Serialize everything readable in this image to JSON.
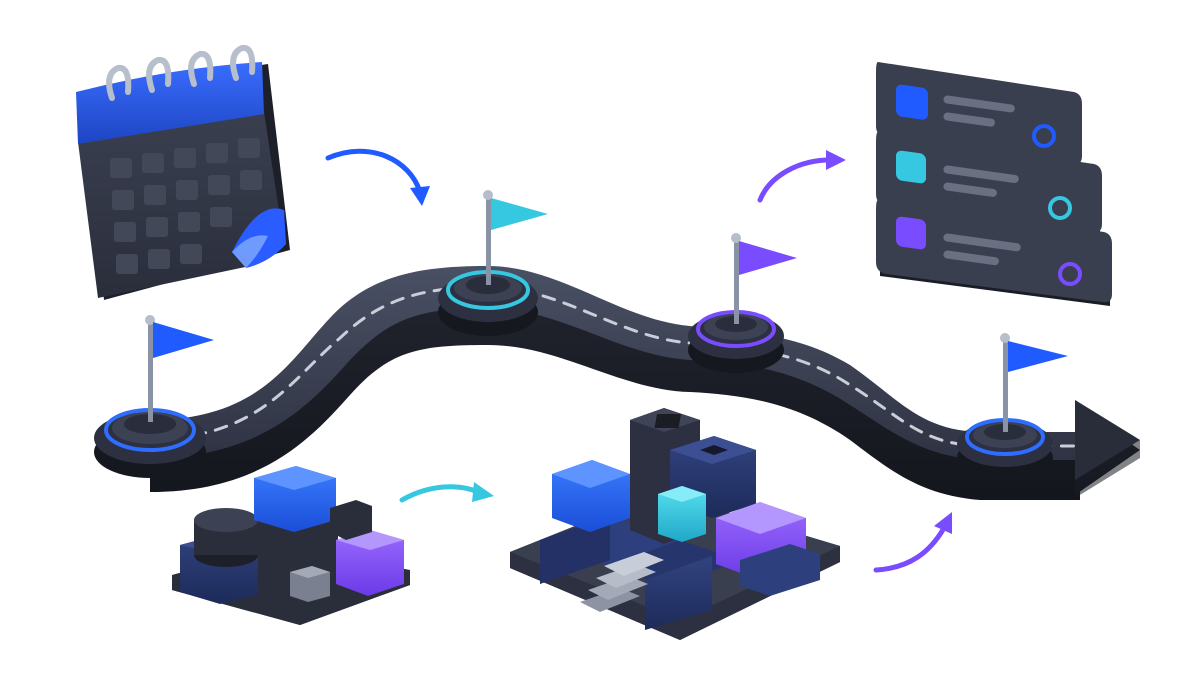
{
  "illustration": {
    "palette": {
      "background": "#ffffff",
      "road_dark": "#2b2f3d",
      "road_top": "#3a3f50",
      "road_dash": "#c9ced8",
      "blue": "#1f5bff",
      "navy": "#24356f",
      "cyan": "#35c8e0",
      "violet": "#7a4cff",
      "slate": "#454a58",
      "calendar_ring": "#b8bfcc"
    },
    "milestones": [
      {
        "name": "start",
        "flag_color": "#1f5bff",
        "ring_color": "#2f6dff"
      },
      {
        "name": "milestone-2",
        "flag_color": "#35c8e0",
        "ring_color": "#35c8e0"
      },
      {
        "name": "milestone-3",
        "flag_color": "#7a4cff",
        "ring_color": "#7a4cff"
      },
      {
        "name": "finish",
        "flag_color": "#1f5bff",
        "ring_color": "#2f6dff"
      }
    ],
    "checklist_rows": [
      {
        "square_color": "#1f5bff",
        "circle_color": "#1f5bff"
      },
      {
        "square_color": "#35c8e0",
        "circle_color": "#35c8e0"
      },
      {
        "square_color": "#7a4cff",
        "circle_color": "#7a4cff"
      }
    ],
    "arrows": [
      {
        "name": "calendar-to-milestone-arrow",
        "color": "#1f5bff"
      },
      {
        "name": "road-to-checklist-arrow",
        "color": "#7a4cff"
      },
      {
        "name": "blocks-to-blocks-arrow",
        "color": "#35c8e0"
      },
      {
        "name": "platform-to-finish-arrow",
        "color": "#7a4cff"
      }
    ],
    "icons": [
      "calendar-icon",
      "checklist-icon",
      "flag-icon",
      "road-icon",
      "blocks-icon",
      "building-platform-icon",
      "arrow-icon"
    ]
  }
}
